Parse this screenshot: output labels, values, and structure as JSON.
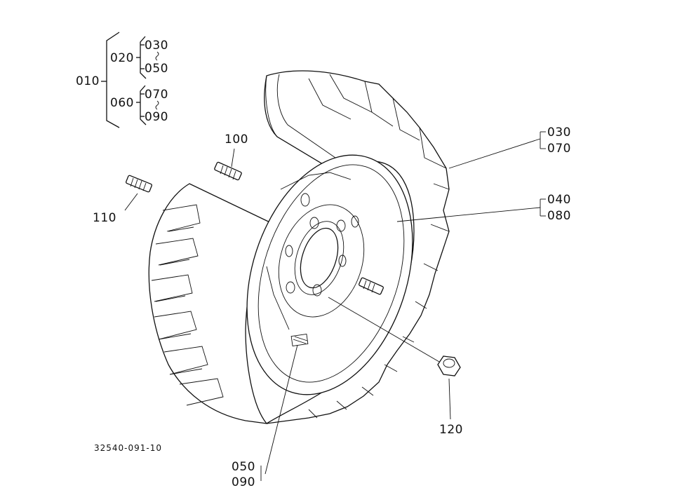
{
  "diagram": {
    "drawing_number": "32540-091-10",
    "labels": {
      "l010": "010",
      "l020": "020",
      "l030_top": "030",
      "l050_top": "050",
      "l060": "060",
      "l070_top": "070",
      "l090_top": "090",
      "l100": "100",
      "l110": "110",
      "l030_right": "030",
      "l070_right": "070",
      "l040": "040",
      "l080": "080",
      "l120": "120",
      "l050_bottom": "050",
      "l090_bottom": "090"
    }
  }
}
